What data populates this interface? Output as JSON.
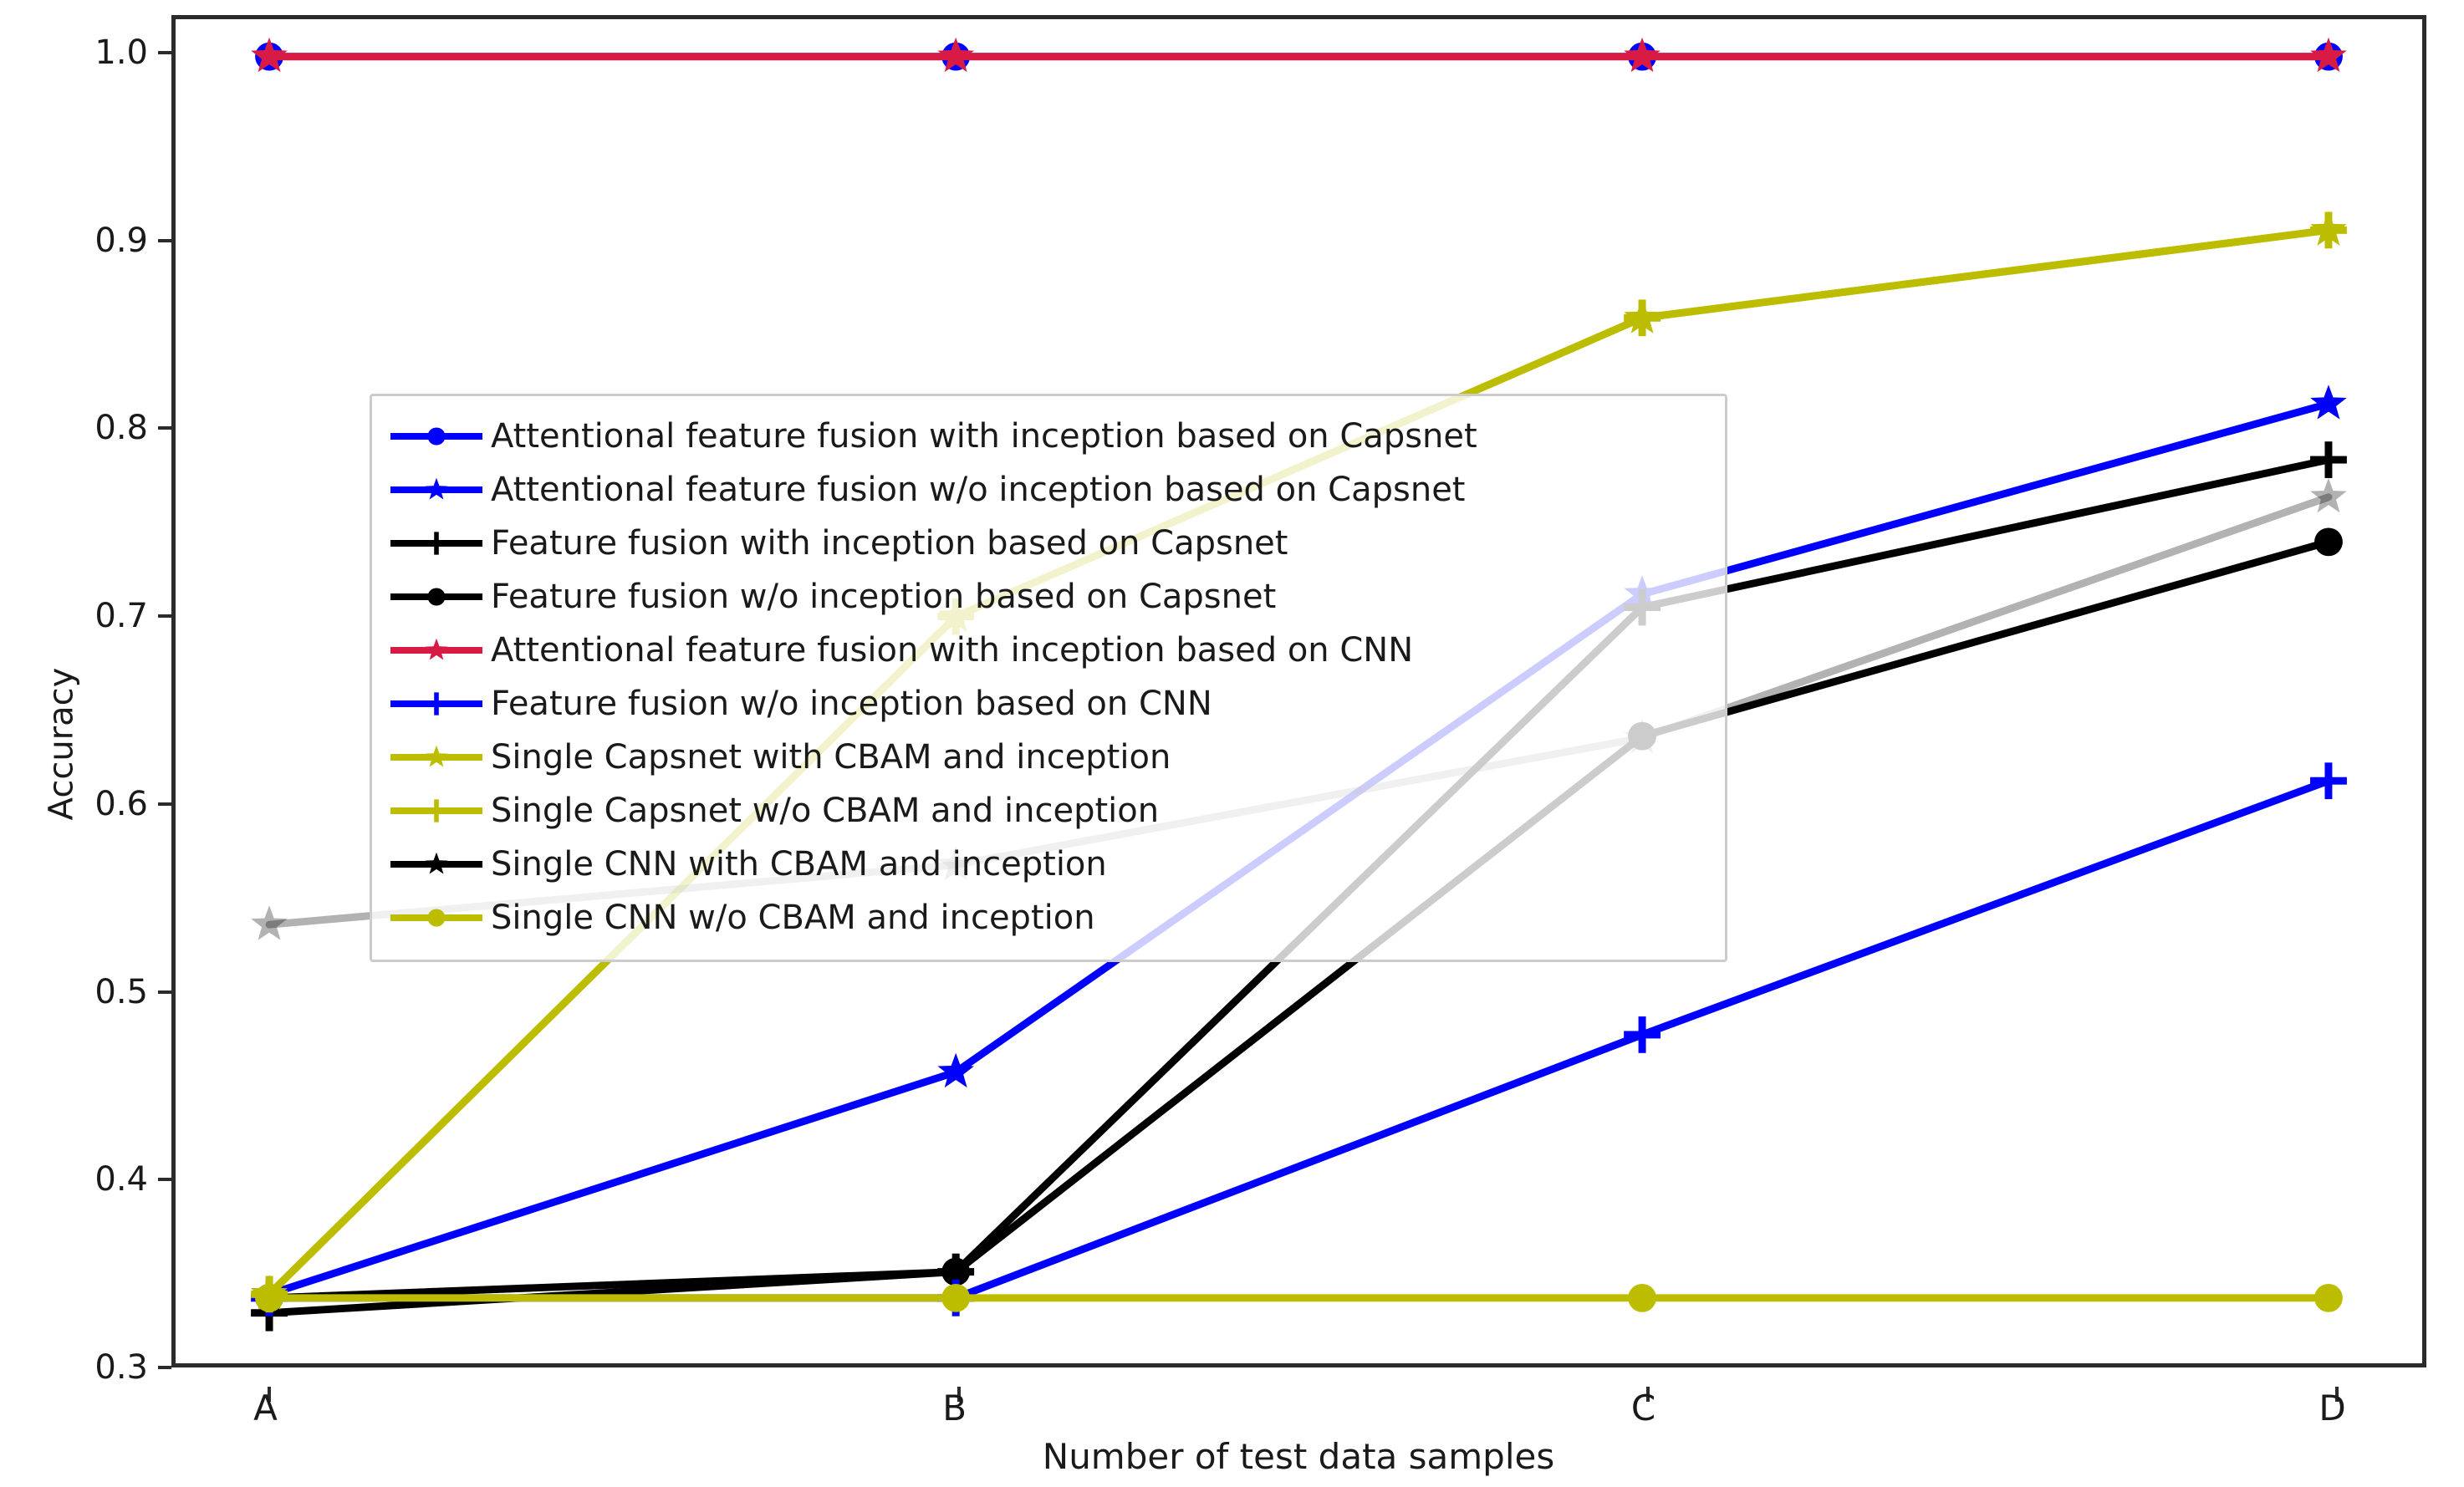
{
  "chart_data": {
    "type": "line",
    "title": "",
    "xlabel": "Number of test data samples",
    "ylabel": "Accuracy",
    "categories": [
      "A",
      "B",
      "C",
      "D"
    ],
    "xticklabels": [
      "A",
      "B",
      "C",
      "D"
    ],
    "yticklabels": [
      "0.3",
      "0.4",
      "0.5",
      "0.6",
      "0.7",
      "0.8",
      "0.9",
      "1.0"
    ],
    "ytickvalues": [
      0.3,
      0.4,
      0.5,
      0.6,
      0.7,
      0.8,
      0.9,
      1.0
    ],
    "ylim": [
      0.3,
      1.02
    ],
    "grid": false,
    "legend_position": "center-left",
    "series": [
      {
        "name": "Attentional feature fusion with inception based on Capsnet",
        "values": [
          1.0,
          1.0,
          1.0,
          1.0
        ],
        "color": "#0000ff",
        "marker": "circle"
      },
      {
        "name": "Attentional feature fusion w/o inception based on Capsnet",
        "values": [
          0.337,
          0.456,
          0.712,
          0.814
        ],
        "color": "#0000ff",
        "marker": "star"
      },
      {
        "name": "Feature fusion with inception based on Capsnet",
        "values": [
          0.327,
          0.349,
          0.705,
          0.784
        ],
        "color": "#000000",
        "marker": "plus"
      },
      {
        "name": "Feature fusion w/o inception based on Capsnet",
        "values": [
          0.335,
          0.349,
          0.636,
          0.74
        ],
        "color": "#000000",
        "marker": "circle"
      },
      {
        "name": "Attentional feature fusion with inception based on CNN",
        "values": [
          1.0,
          1.0,
          1.0,
          1.0
        ],
        "color": "#d81b45",
        "marker": "star"
      },
      {
        "name": "Feature fusion w/o inception based on CNN",
        "values": [
          0.335,
          0.335,
          0.476,
          0.612
        ],
        "color": "#0000ff",
        "marker": "plus"
      },
      {
        "name": "Single Capsnet with CBAM and inception",
        "values": [
          0.337,
          0.7,
          0.86,
          0.907
        ],
        "color": "#bdbd00",
        "marker": "star"
      },
      {
        "name": "Single Capsnet w/o CBAM and inception",
        "values": [
          0.337,
          0.7,
          0.86,
          0.907
        ],
        "color": "#bdbd00",
        "marker": "plus"
      },
      {
        "name": "Single CNN with CBAM and inception",
        "values": [
          0.535,
          0.567,
          0.635,
          0.764
        ],
        "color": "#000000",
        "marker": "star"
      },
      {
        "name": "Single CNN w/o CBAM and inception",
        "values": [
          0.335,
          0.335,
          0.335,
          0.335
        ],
        "color": "#bdbd00",
        "marker": "circle"
      }
    ]
  }
}
